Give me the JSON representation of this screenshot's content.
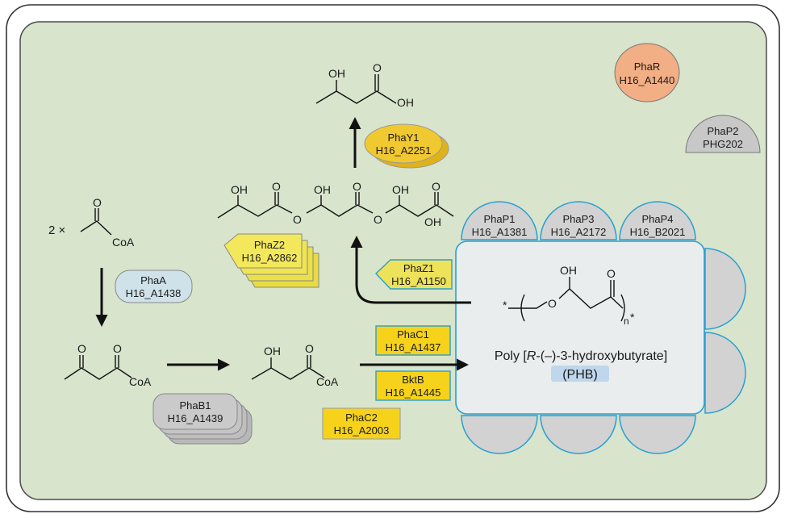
{
  "enzymes": {
    "phar": {
      "name": "PhaR",
      "locus": "H16_A1440"
    },
    "phap2": {
      "name": "PhaP2",
      "locus": "PHG202"
    },
    "phay1": {
      "name": "PhaY1",
      "locus": "H16_A2251"
    },
    "phaz2": {
      "name": "PhaZ2",
      "locus": "H16_A2862"
    },
    "phaz1": {
      "name": "PhaZ1",
      "locus": "H16_A1150"
    },
    "phaa": {
      "name": "PhaA",
      "locus": "H16_A1438"
    },
    "phab1": {
      "name": "PhaB1",
      "locus": "H16_A1439"
    },
    "phac1": {
      "name": "PhaC1",
      "locus": "H16_A1437"
    },
    "bktb": {
      "name": "BktB",
      "locus": "H16_A1445"
    },
    "phac2": {
      "name": "PhaC2",
      "locus": "H16_A2003"
    },
    "phap1": {
      "name": "PhaP1",
      "locus": "H16_A1381"
    },
    "phap3": {
      "name": "PhaP3",
      "locus": "H16_A2172"
    },
    "phap4": {
      "name": "PhaP4",
      "locus": "H16_B2021"
    }
  },
  "chem": {
    "oh": "OH",
    "o": "O",
    "coa": "CoA",
    "two_times": "2 ×",
    "n": "n",
    "star": "*"
  },
  "granule": {
    "label_pre": "Poly [",
    "label_r": "R",
    "label_post": "-(–)-3-hydroxybutyrate]",
    "abbr": "(PHB)"
  },
  "colors": {
    "cell": "#d8e4cc",
    "granule": "#e9edee",
    "granule_border": "#2a9fd0",
    "phap": "#d2d2d2",
    "yellow": "#f6d31a",
    "pale_yellow": "#ede35e",
    "gold": "#eec42a",
    "blue_pill": "#cfe2ea",
    "salmon": "#f2ae84",
    "gray_card": "#c6c6c6"
  }
}
